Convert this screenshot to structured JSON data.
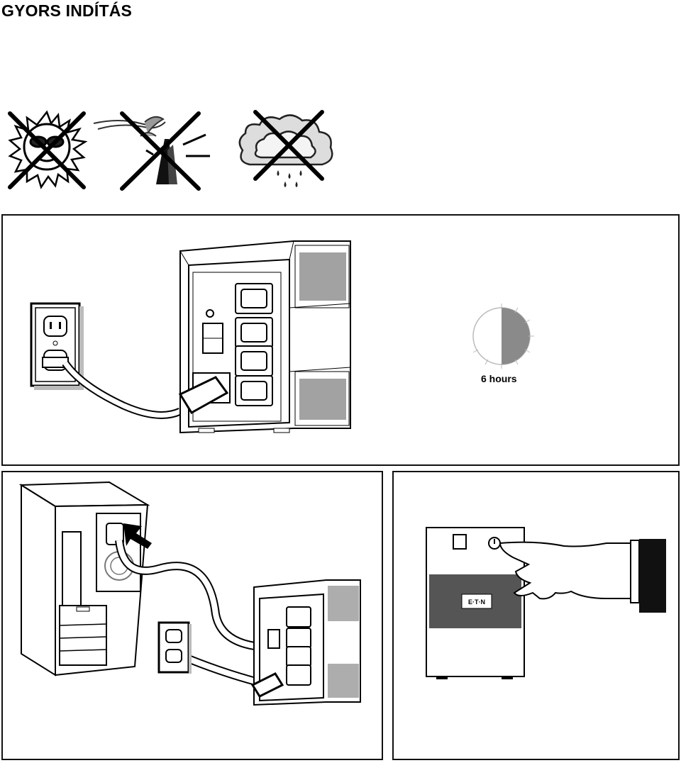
{
  "page": {
    "title": "GYORS INDÍTÁS"
  },
  "warnings": [
    {
      "icon": "no-sun-icon"
    },
    {
      "icon": "no-fire-icon"
    },
    {
      "icon": "no-rain-icon"
    }
  ],
  "step1": {
    "charge_label": "6 hours",
    "charge_fraction": 0.5
  },
  "ups_brand": "E·T·N"
}
